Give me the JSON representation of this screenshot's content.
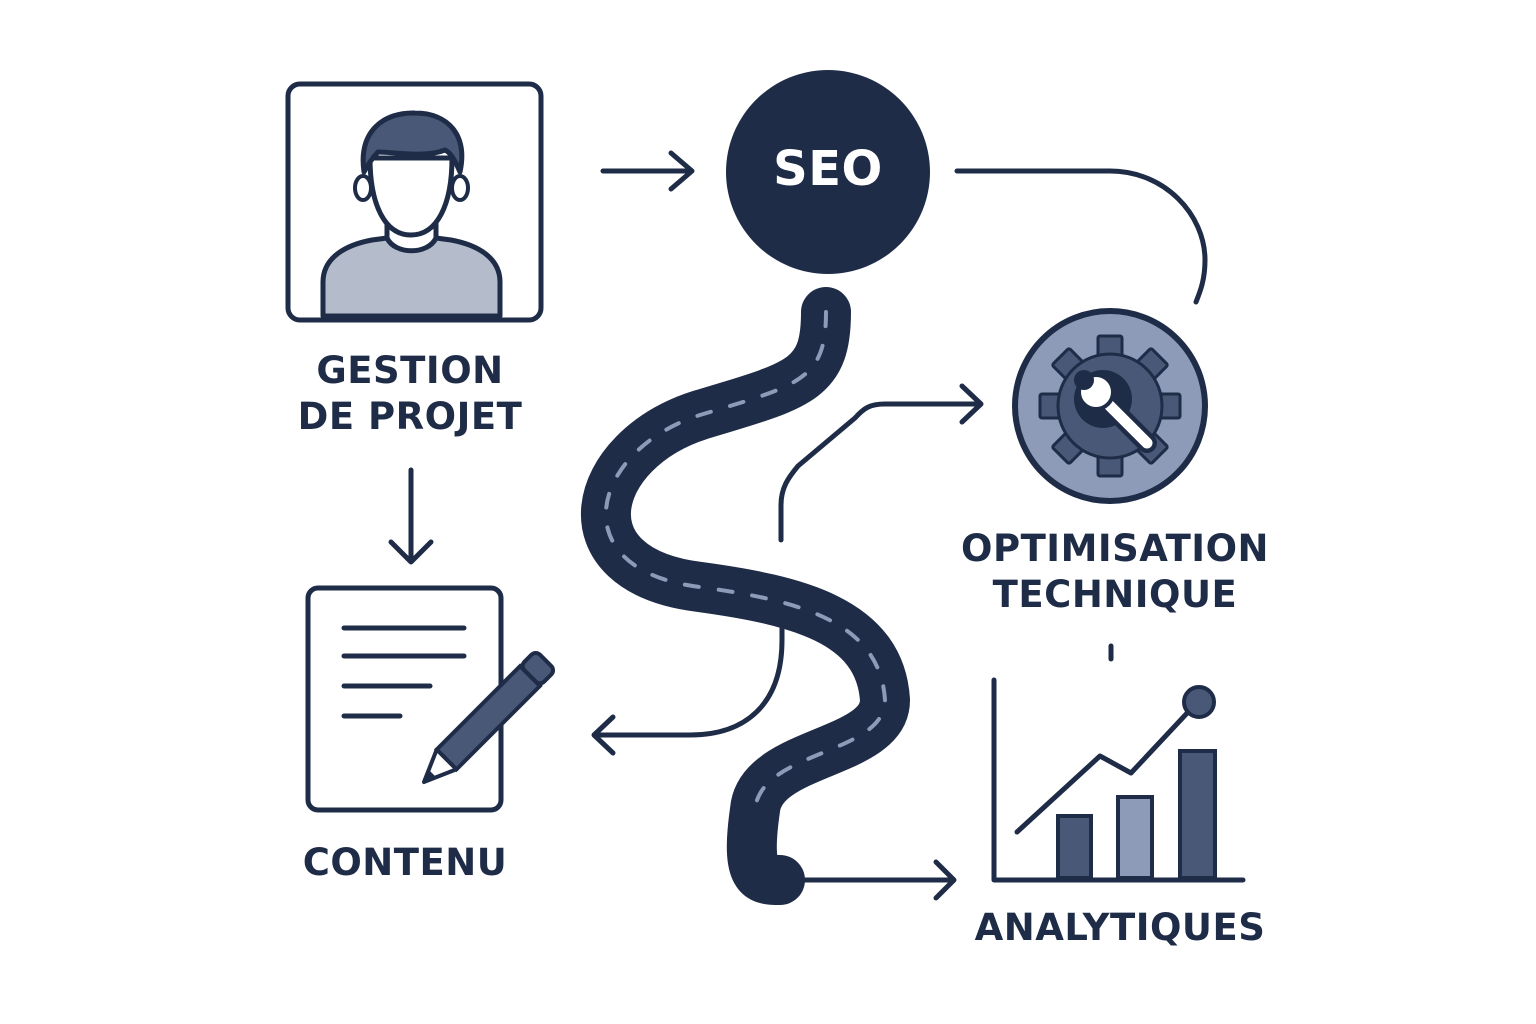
{
  "colors": {
    "navy": "#1f2c47",
    "slate": "#4a5878",
    "light_slate": "#8d9ab8",
    "pale": "#b4bccb",
    "road_dash": "#8d9ab8",
    "background": "#ffffff"
  },
  "nodes": {
    "gestion": {
      "line1": "GESTION",
      "line2": "DE PROJET",
      "icon": "person-avatar-icon"
    },
    "seo": {
      "label": "SEO"
    },
    "optimisation": {
      "line1": "OPTIMISATION",
      "line2": "TECHNIQUE",
      "icon": "gear-wrench-icon"
    },
    "contenu": {
      "label": "CONTENU",
      "icon": "document-pencil-icon"
    },
    "analytiques": {
      "label": "ANALYTIQUES",
      "icon": "bar-line-chart-icon"
    }
  },
  "connectors": [
    {
      "from": "gestion",
      "to": "seo"
    },
    {
      "from": "seo",
      "to": "optimisation"
    },
    {
      "from": "gestion",
      "to": "contenu"
    },
    {
      "from": "road",
      "to": "contenu"
    },
    {
      "from": "road",
      "to": "optimisation"
    },
    {
      "from": "road",
      "to": "analytiques"
    }
  ],
  "decorations": [
    "winding-road"
  ]
}
